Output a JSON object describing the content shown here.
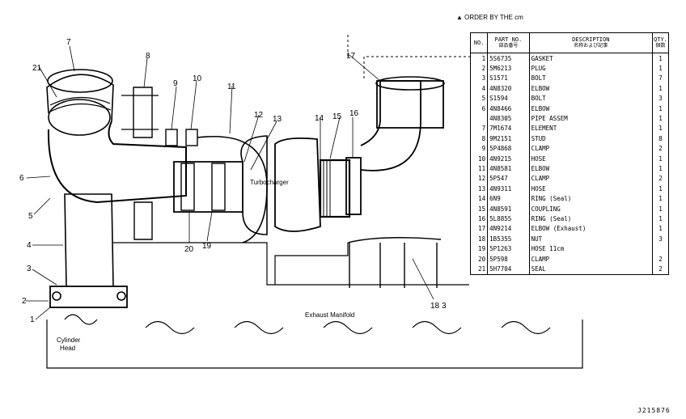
{
  "order_note": "▲ ORDER BY THE cm",
  "figure_ref": "J215876",
  "callouts": [
    "1",
    "2",
    "3",
    "4",
    "5",
    "6",
    "7",
    "8",
    "9",
    "10",
    "11",
    "12",
    "13",
    "14",
    "15",
    "16",
    "17",
    "18",
    "19",
    "20",
    "21",
    "3"
  ],
  "diagram_labels": {
    "turbocharger": "Turbocharger",
    "exhaust_manifold": "Exhaust Manifold",
    "cylinder_head_1": "Cylinder",
    "cylinder_head_2": "Head"
  },
  "table": {
    "headers": {
      "no": "NO.",
      "part_no": "PART NO.",
      "part_no_jp": "部品番号",
      "description": "DESCRIPTION",
      "description_jp": "名称および記事",
      "qty": "QTY.",
      "qty_jp": "個数"
    },
    "rows": [
      {
        "no": "1",
        "part": "5S6735",
        "desc": "GASKET",
        "qty": "1",
        "mark": ""
      },
      {
        "no": "2",
        "part": "5M6213",
        "desc": "PLUG",
        "qty": "1",
        "mark": ""
      },
      {
        "no": "3",
        "part": "S1571",
        "desc": "BOLT",
        "qty": "7",
        "mark": ""
      },
      {
        "no": "4",
        "part": "4N8320",
        "desc": "ELBOW",
        "qty": "1",
        "mark": ""
      },
      {
        "no": "5",
        "part": "S1594",
        "desc": "BOLT",
        "qty": "3",
        "mark": ""
      },
      {
        "no": "6",
        "part": "4N8466",
        "desc": "ELBOW",
        "qty": "1",
        "mark": ""
      },
      {
        "no": "",
        "part": "4N8305",
        "desc": "PIPE ASSEM",
        "qty": "1",
        "mark": ""
      },
      {
        "no": "7",
        "part": "7M1674",
        "desc": "  ELEMENT",
        "qty": "1",
        "mark": ""
      },
      {
        "no": "8",
        "part": "9M2151",
        "desc": "  STUD",
        "qty": "8",
        "mark": ""
      },
      {
        "no": "9",
        "part": "5P4868",
        "desc": "CLAMP",
        "qty": "2",
        "mark": ""
      },
      {
        "no": "10",
        "part": "4N9215",
        "desc": "HOSE",
        "qty": "1",
        "mark": ""
      },
      {
        "no": "11",
        "part": "4N8581",
        "desc": "ELBOW",
        "qty": "1",
        "mark": ""
      },
      {
        "no": "12",
        "part": "5P547",
        "desc": "CLAMP",
        "qty": "2",
        "mark": ""
      },
      {
        "no": "13",
        "part": "4N9311",
        "desc": "HOSE",
        "qty": "1",
        "mark": ""
      },
      {
        "no": "14",
        "part": "6N9",
        "desc": "RING (Seal)",
        "qty": "1",
        "mark": ""
      },
      {
        "no": "15",
        "part": "4N8591",
        "desc": "COUPLING",
        "qty": "1",
        "mark": ""
      },
      {
        "no": "16",
        "part": "5L8855",
        "desc": "RING (Seal)",
        "qty": "1",
        "mark": ""
      },
      {
        "no": "17",
        "part": "4N9214",
        "desc": "ELBOW (Exhaust)",
        "qty": "1",
        "mark": ""
      },
      {
        "no": "18",
        "part": "1B5355",
        "desc": "NUT",
        "qty": "3",
        "mark": ""
      },
      {
        "no": "19",
        "part": "5P1263",
        "desc": "HOSE  11cm",
        "qty": "",
        "mark": "▲"
      },
      {
        "no": "20",
        "part": "5P598",
        "desc": "CLAMP",
        "qty": "2",
        "mark": ""
      },
      {
        "no": "21",
        "part": "5H7704",
        "desc": "SEAL",
        "qty": "2",
        "mark": ""
      }
    ]
  }
}
